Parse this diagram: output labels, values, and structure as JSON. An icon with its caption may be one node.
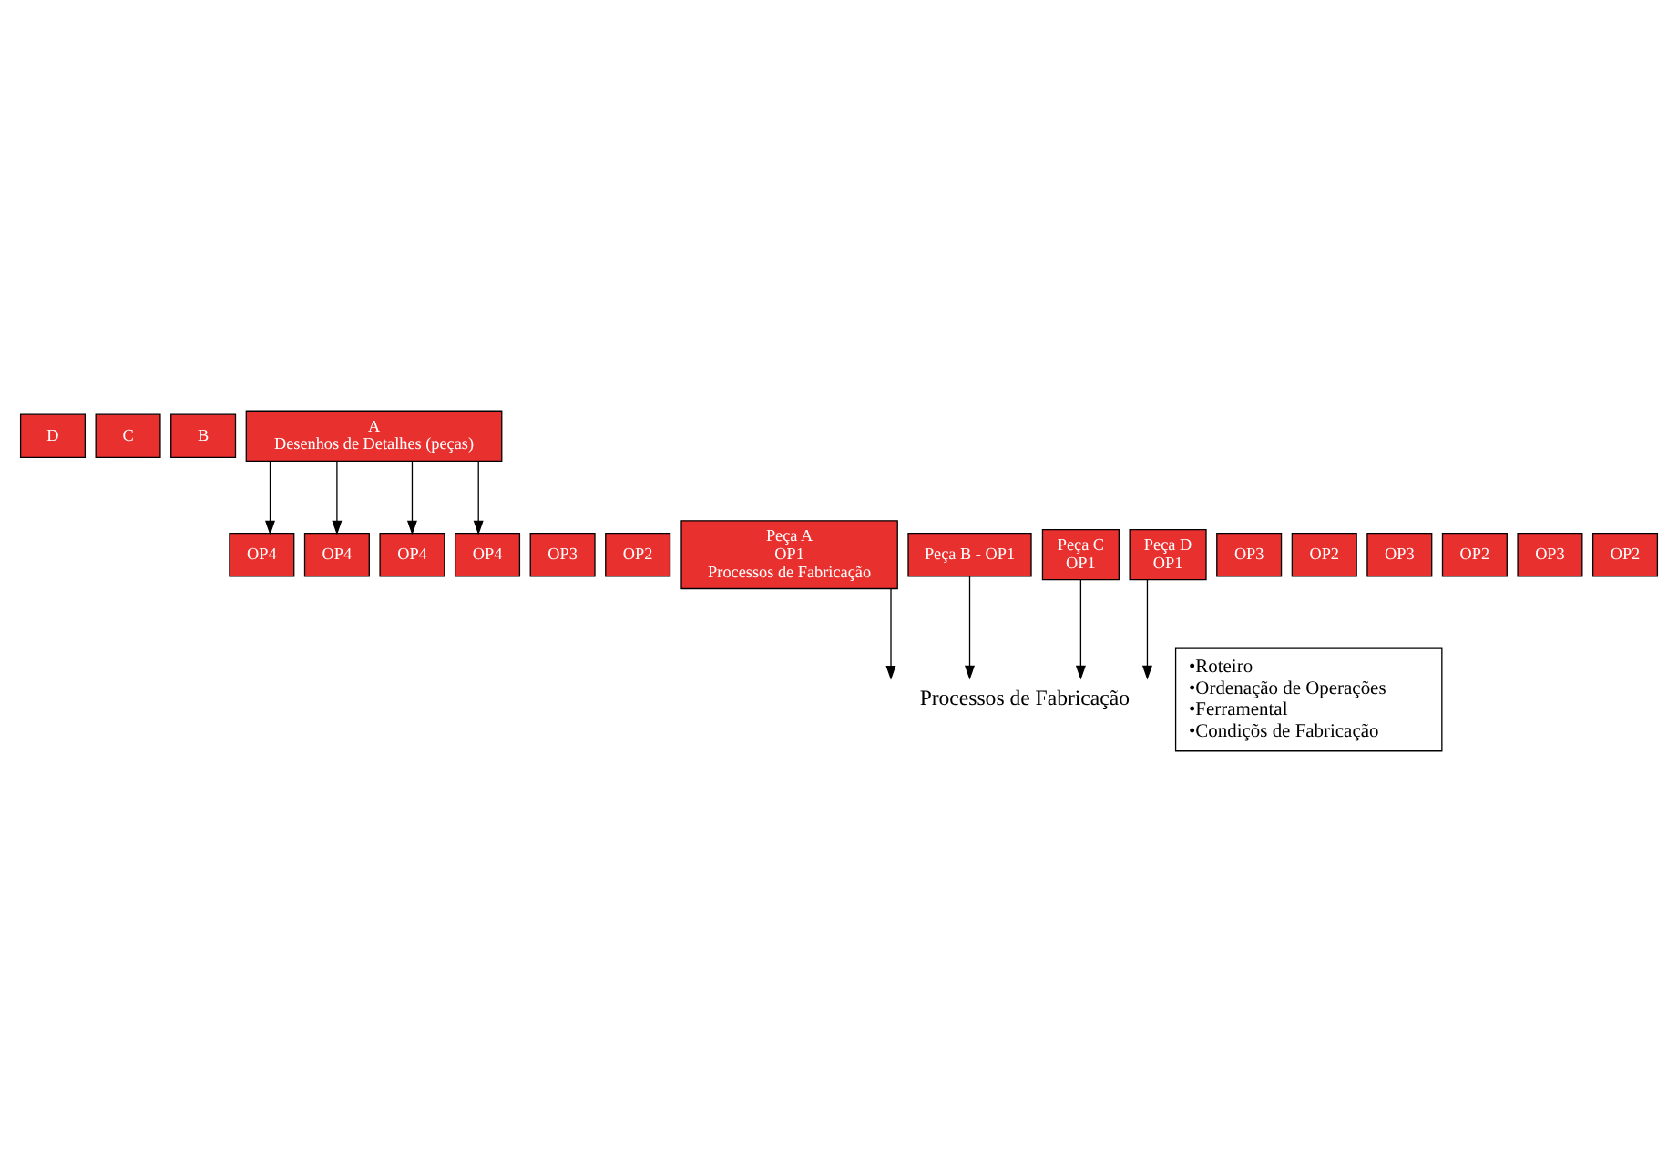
{
  "diagram": {
    "nodes": [
      {
        "text": [
          "D"
        ]
      },
      {
        "text": [
          "C"
        ]
      },
      {
        "text": [
          "B"
        ]
      },
      {
        "text": [
          "A",
          "Desenhos de Detalhes (peças)"
        ]
      },
      {
        "text": [
          "OP4"
        ]
      },
      {
        "text": [
          "OP3"
        ]
      },
      {
        "text": [
          "OP2"
        ]
      },
      {
        "text": [
          "Peça A",
          "OP1",
          "Processos de Fabricação"
        ]
      },
      {
        "text": [
          "OP4"
        ]
      },
      {
        "text": [
          "OP3"
        ]
      },
      {
        "text": [
          "OP2"
        ]
      },
      {
        "text": [
          "Peça B - OP1"
        ]
      },
      {
        "text": [
          "OP4"
        ]
      },
      {
        "text": [
          "OP3"
        ]
      },
      {
        "text": [
          "OP2"
        ]
      },
      {
        "text": [
          "Peça C",
          "OP1"
        ]
      },
      {
        "text": [
          "OP4"
        ]
      },
      {
        "text": [
          "OP3"
        ]
      },
      {
        "text": [
          "OP2"
        ]
      },
      {
        "text": [
          "Peça D",
          "OP1"
        ]
      },
      {
        "text": [
          "Processos de Fabricação"
        ]
      },
      {
        "text": [
          "•Roteiro",
          "•Ordenação de Operações",
          "•Ferramental",
          "•Condiçõs de Fabricação"
        ]
      }
    ],
    "edges": [
      {
        "from": 3,
        "to": 4,
        "arrow": "to"
      },
      {
        "from": 3,
        "to": 8,
        "arrow": "to"
      },
      {
        "from": 3,
        "to": 12,
        "arrow": "to"
      },
      {
        "from": 3,
        "to": 16,
        "arrow": "to"
      },
      {
        "from": 7,
        "to": 20,
        "arrow": "to"
      },
      {
        "from": 11,
        "to": 20,
        "arrow": "to"
      },
      {
        "from": 15,
        "to": 20,
        "arrow": "to"
      },
      {
        "from": 19,
        "to": 20,
        "arrow": "to"
      }
    ]
  }
}
